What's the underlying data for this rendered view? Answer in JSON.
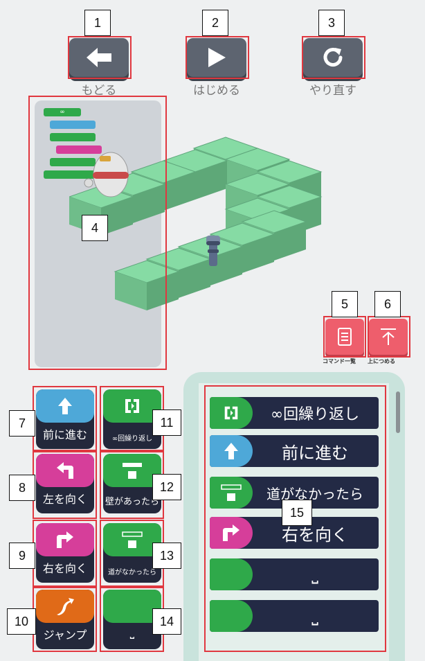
{
  "top_buttons": {
    "back_label": "もどる",
    "start_label": "はじめる",
    "retry_label": "やり直す"
  },
  "annotations": [
    "1",
    "2",
    "3",
    "4",
    "5",
    "6",
    "7",
    "8",
    "9",
    "10",
    "11",
    "12",
    "13",
    "14",
    "15"
  ],
  "tools": {
    "command_list_label": "コマンド一覧",
    "pack_up_label": "上につめる"
  },
  "palette": [
    {
      "label": "前に進む",
      "icon": "up-arrow-icon",
      "color": "#4ea8d8"
    },
    {
      "label": "左を向く",
      "icon": "turn-left-icon",
      "color": "#d63e9a"
    },
    {
      "label": "右を向く",
      "icon": "turn-right-icon",
      "color": "#d63e9a"
    },
    {
      "label": "ジャンプ",
      "icon": "jump-icon",
      "color": "#e06a18"
    },
    {
      "label": "∞回繰り返し",
      "icon": "repeat-icon",
      "color": "#2fa94a"
    },
    {
      "label": "壁があったら",
      "icon": "wall-icon",
      "color": "#2fa94a"
    },
    {
      "label": "道がなかったら",
      "icon": "no-road-icon",
      "color": "#2fa94a"
    },
    {
      "label": "⎵",
      "icon": "blank-icon",
      "color": "#2fa94a"
    }
  ],
  "program": [
    {
      "label": "∞回繰り返し",
      "icon": "repeat-icon",
      "color": "#2fa94a"
    },
    {
      "label": "前に進む",
      "icon": "up-arrow-icon",
      "color": "#4ea8d8"
    },
    {
      "label": "道がなかったら",
      "icon": "no-road-icon",
      "color": "#2fa94a"
    },
    {
      "label": "右を向く",
      "icon": "turn-right-icon",
      "color": "#d63e9a"
    },
    {
      "label": "⎵",
      "icon": "blank-icon",
      "color": "#2fa94a"
    },
    {
      "label": "⎵",
      "icon": "blank-icon",
      "color": "#2fa94a"
    }
  ],
  "mini_program": {
    "loop_label": "∞"
  },
  "colors": {
    "accent_red": "#e0373f",
    "tile_green": "#7ccf9a",
    "dark_navy": "#232a45"
  }
}
